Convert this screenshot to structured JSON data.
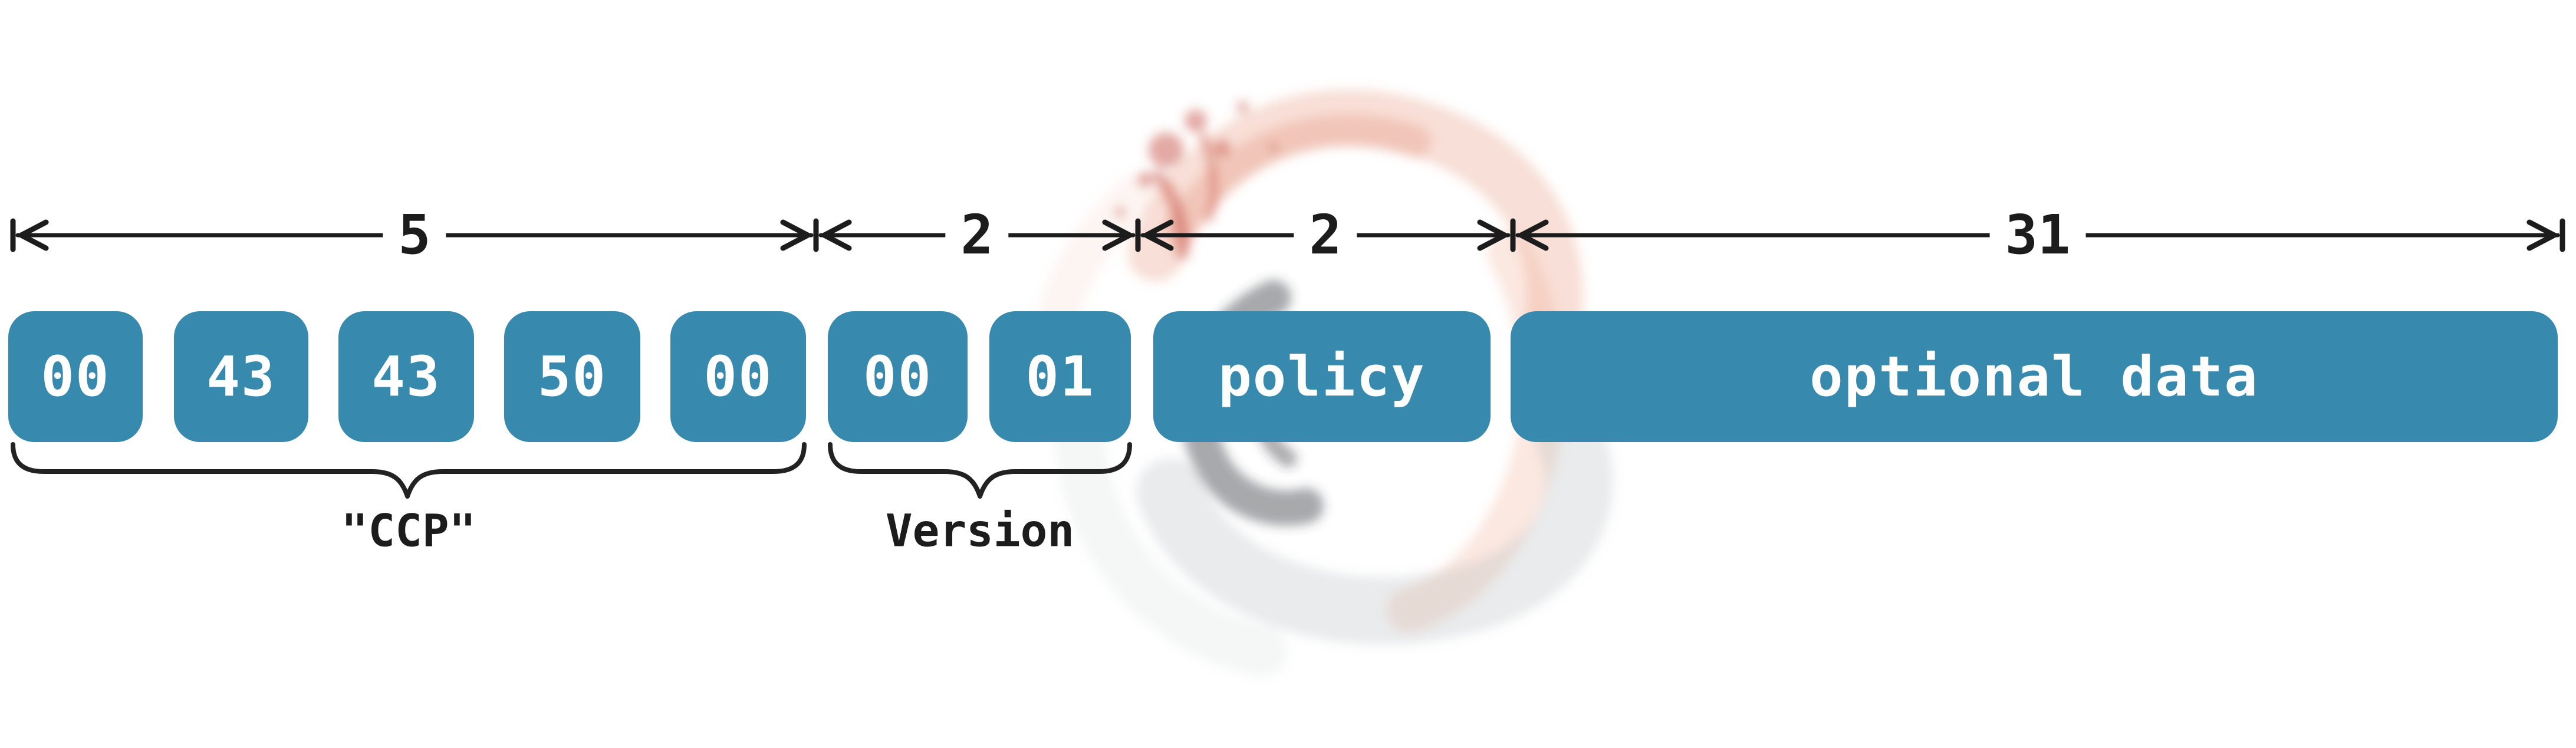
{
  "diagram": {
    "kind": "byte-layout",
    "sections": [
      {
        "size": "5",
        "cells": [
          "00",
          "43",
          "43",
          "50",
          "00"
        ],
        "label": "\"CCP\""
      },
      {
        "size": "2",
        "cells": [
          "00",
          "01"
        ],
        "label": "Version"
      },
      {
        "size": "2",
        "cells": [
          "policy"
        ]
      },
      {
        "size": "31",
        "cells": [
          "optional data"
        ]
      }
    ],
    "colors": {
      "background": "#FFFFFF",
      "box_fill": "#3789AD",
      "box_text": "#FFFFFF",
      "line_and_text": "#1C1C1C",
      "watermark_red": "#C13F33",
      "watermark_orange": "#E8967A",
      "watermark_gray": "#A8AEB2"
    }
  }
}
